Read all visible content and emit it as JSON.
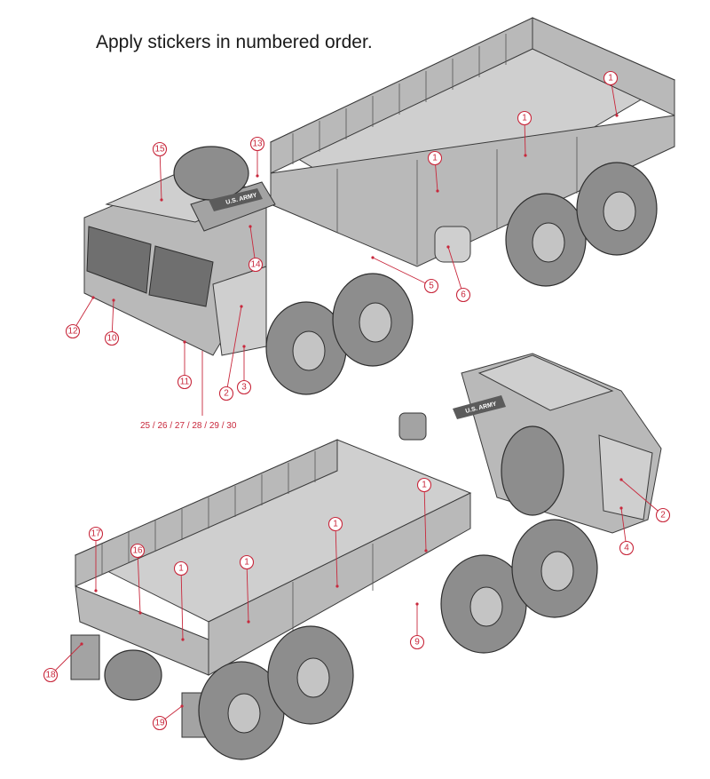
{
  "heading": "Apply stickers in numbered order.",
  "sticker_labels": {
    "us_army": "U.S. ARMY",
    "us_army_rear": "U.S. ARMY"
  },
  "callouts_top": [
    "1",
    "1",
    "1",
    "13",
    "15",
    "14",
    "5",
    "6",
    "12",
    "10",
    "11",
    "2",
    "3"
  ],
  "callouts_bottom": [
    "2",
    "4",
    "17",
    "16",
    "1",
    "1",
    "1",
    "1",
    "9",
    "18",
    "19"
  ],
  "callout_range": [
    "25",
    "26",
    "27",
    "28",
    "29",
    "30"
  ],
  "range_separator": "/",
  "colors": {
    "callout": "#c8283c",
    "body": "#b9b9b9",
    "outline": "#3a3a3a"
  }
}
